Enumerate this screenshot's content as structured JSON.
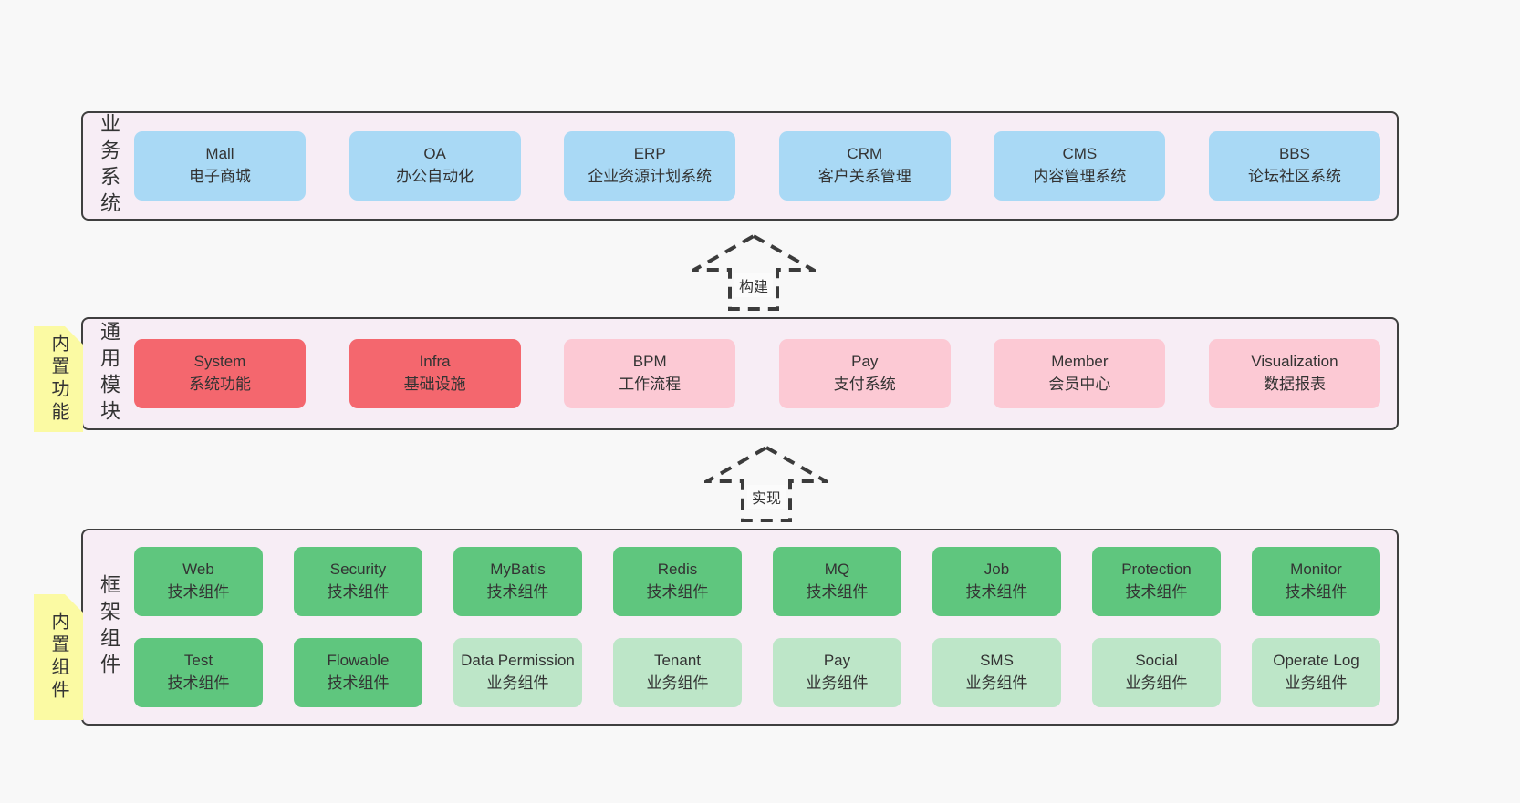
{
  "colors": {
    "page_bg": "#f8f8f8",
    "panel_bg": "#f7edf5",
    "panel_border": "#3f3f3f",
    "blue": "#a9d9f5",
    "red": "#f4676e",
    "pink": "#fcc9d4",
    "green": "#5fc67e",
    "lightgreen": "#bde6c8",
    "note_yellow": "#fbfaa3",
    "note_fold_gray": "#c9c9c9"
  },
  "arrows": [
    {
      "label": "构建"
    },
    {
      "label": "实现"
    }
  ],
  "sections": {
    "business": {
      "label": "业务系统",
      "boxes": [
        {
          "title": "Mall",
          "subtitle": "电子商城",
          "variant": "blue"
        },
        {
          "title": "OA",
          "subtitle": "办公自动化",
          "variant": "blue"
        },
        {
          "title": "ERP",
          "subtitle": "企业资源计划系统",
          "variant": "blue"
        },
        {
          "title": "CRM",
          "subtitle": "客户关系管理",
          "variant": "blue"
        },
        {
          "title": "CMS",
          "subtitle": "内容管理系统",
          "variant": "blue"
        },
        {
          "title": "BBS",
          "subtitle": "论坛社区系统",
          "variant": "blue"
        }
      ]
    },
    "modules": {
      "label": "通用模块",
      "note": "内置功能",
      "boxes": [
        {
          "title": "System",
          "subtitle": "系统功能",
          "variant": "red"
        },
        {
          "title": "Infra",
          "subtitle": "基础设施",
          "variant": "red"
        },
        {
          "title": "BPM",
          "subtitle": "工作流程",
          "variant": "pink"
        },
        {
          "title": "Pay",
          "subtitle": "支付系统",
          "variant": "pink"
        },
        {
          "title": "Member",
          "subtitle": "会员中心",
          "variant": "pink"
        },
        {
          "title": "Visualization",
          "subtitle": "数据报表",
          "variant": "pink"
        }
      ]
    },
    "framework": {
      "label": "框架组件",
      "note": "内置组件",
      "rows": [
        [
          {
            "title": "Web",
            "subtitle": "技术组件",
            "variant": "green"
          },
          {
            "title": "Security",
            "subtitle": "技术组件",
            "variant": "green"
          },
          {
            "title": "MyBatis",
            "subtitle": "技术组件",
            "variant": "green"
          },
          {
            "title": "Redis",
            "subtitle": "技术组件",
            "variant": "green"
          },
          {
            "title": "MQ",
            "subtitle": "技术组件",
            "variant": "green"
          },
          {
            "title": "Job",
            "subtitle": "技术组件",
            "variant": "green"
          },
          {
            "title": "Protection",
            "subtitle": "技术组件",
            "variant": "green"
          },
          {
            "title": "Monitor",
            "subtitle": "技术组件",
            "variant": "green"
          }
        ],
        [
          {
            "title": "Test",
            "subtitle": "技术组件",
            "variant": "green"
          },
          {
            "title": "Flowable",
            "subtitle": "技术组件",
            "variant": "green"
          },
          {
            "title": "Data Permission",
            "subtitle": "业务组件",
            "variant": "lightgreen"
          },
          {
            "title": "Tenant",
            "subtitle": "业务组件",
            "variant": "lightgreen"
          },
          {
            "title": "Pay",
            "subtitle": "业务组件",
            "variant": "lightgreen"
          },
          {
            "title": "SMS",
            "subtitle": "业务组件",
            "variant": "lightgreen"
          },
          {
            "title": "Social",
            "subtitle": "业务组件",
            "variant": "lightgreen"
          },
          {
            "title": "Operate Log",
            "subtitle": "业务组件",
            "variant": "lightgreen"
          }
        ]
      ]
    }
  }
}
